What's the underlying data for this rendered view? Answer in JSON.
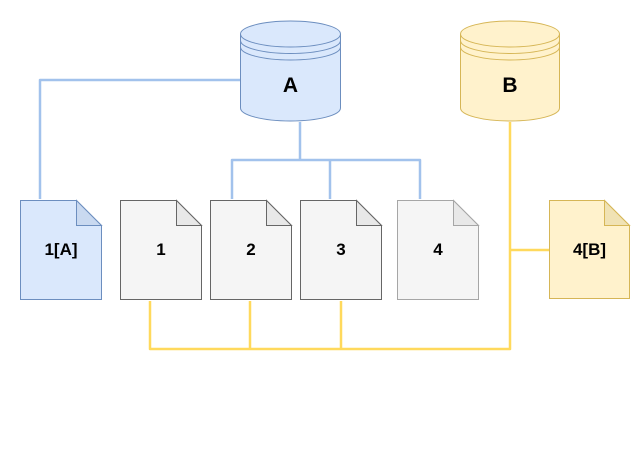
{
  "diagram": {
    "background": "#ffffff",
    "nodes": {
      "database_a": {
        "label": "A",
        "type": "database"
      },
      "database_b": {
        "label": "B",
        "type": "database"
      },
      "doc_1a": {
        "label": "1[A]",
        "type": "document"
      },
      "doc_1": {
        "label": "1",
        "type": "document"
      },
      "doc_2": {
        "label": "2",
        "type": "document"
      },
      "doc_3": {
        "label": "3",
        "type": "document"
      },
      "doc_4": {
        "label": "4",
        "type": "document"
      },
      "doc_4b": {
        "label": "4[B]",
        "type": "document"
      }
    },
    "colors": {
      "blue_fill": "#dae8fc",
      "blue_stroke": "#6c8ebf",
      "blue_fold": "#c9d9f0",
      "yellow_fill": "#fff2cc",
      "yellow_stroke": "#d6b656",
      "yellow_fold": "#f0e2b4",
      "gray_fill": "#f5f5f5",
      "gray_stroke": "#666666",
      "gray_stroke_light": "#a6a6a6",
      "gray_fold": "#e8e8e8",
      "connector_blue": "#a2c2ec",
      "connector_yellow": "#ffd95c",
      "label_color": "#000000"
    },
    "edges": [
      {
        "from": "database_a",
        "to": "doc_1a",
        "color": "blue"
      },
      {
        "from": "database_a",
        "to": "doc_2",
        "color": "blue"
      },
      {
        "from": "database_a",
        "to": "doc_3",
        "color": "blue"
      },
      {
        "from": "database_a",
        "to": "doc_4",
        "color": "blue"
      },
      {
        "from": "database_b",
        "to": "doc_4b",
        "color": "yellow"
      },
      {
        "from": "database_b",
        "to": "doc_1",
        "color": "yellow"
      },
      {
        "from": "database_b",
        "to": "doc_2",
        "color": "yellow"
      },
      {
        "from": "database_b",
        "to": "doc_3",
        "color": "yellow"
      }
    ]
  }
}
